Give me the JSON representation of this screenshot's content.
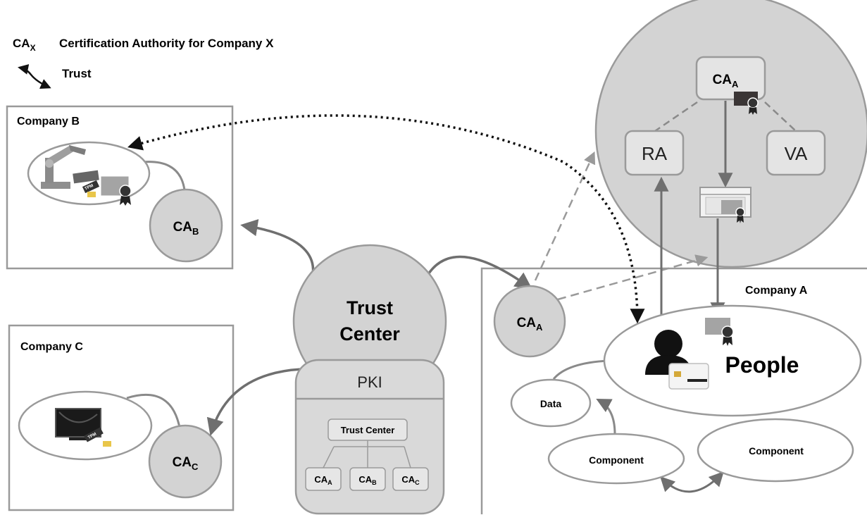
{
  "legend": {
    "ca_base": "CA",
    "ca_sub": "X",
    "ca_desc": "Certification Authority for Company X",
    "trust_label": "Trust"
  },
  "companies": {
    "b": "Company B",
    "c": "Company C",
    "a": "Company A"
  },
  "ca": {
    "base": "CA",
    "a_sub": "A",
    "b_sub": "B",
    "c_sub": "C"
  },
  "trust_center": {
    "line1": "Trust",
    "line2": "Center",
    "pki": "PKI",
    "box_label": "Trust Center"
  },
  "pki_ra": {
    "ra": "RA",
    "va": "VA"
  },
  "company_a": {
    "people": "People",
    "data": "Data",
    "component_left": "Component",
    "component_right": "Component"
  },
  "device_tags": {
    "tpm": "TPM"
  },
  "colors": {
    "node_fill": "#d3d3d3",
    "node_stroke": "#9a9a9a",
    "arrow": "#6f6f6f",
    "dashed": "#9a9a9a",
    "trust_line": "#111111"
  },
  "icons": [
    "certificate-icon",
    "robot-arm-icon",
    "monitor-icon",
    "person-icon",
    "smart-card-icon",
    "tpm-chip-icon",
    "trust-arrows-icon"
  ]
}
